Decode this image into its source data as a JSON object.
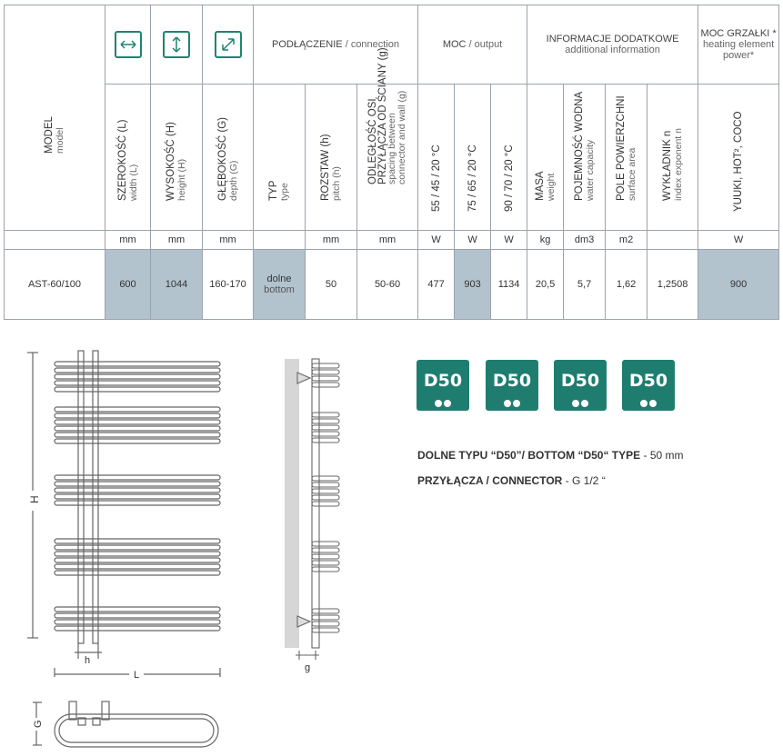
{
  "table": {
    "model_label": "MODEL",
    "model_en": "model",
    "width_label": "SZEROKOŚĆ (L)",
    "width_en": "width (L)",
    "height_label": "WYSOKOŚĆ (H)",
    "height_en": "height (H)",
    "depth_label": "GŁĘBOKOŚĆ (G)",
    "depth_en": "depth (G)",
    "connection_label": "PODŁĄCZENIE",
    "connection_en": "/ connection",
    "output_label": "MOC",
    "output_en": "/ output",
    "info_label": "INFORMACJE DODATKOWE",
    "info_en": "additional information",
    "heater_label": "MOC GRZAŁKI *",
    "heater_en": "heating element power*",
    "type_label": "TYP",
    "type_en": "type",
    "pitch_label": "ROZSTAW (h)",
    "pitch_en": "pitch (h)",
    "spacing_label1": "ODLEGŁOŚĆ OSI",
    "spacing_label2": "PRZYŁĄCZA OD ŚCIANY (g)",
    "spacing_en1": "spacing between",
    "spacing_en2": "connector and wall (g)",
    "t1": "55 / 45 / 20 °C",
    "t2": "75 / 65 / 20 °C",
    "t3": "90 / 70 / 20 °C",
    "mass_label": "MASA",
    "mass_en": "weight",
    "water_label": "POJEMNOŚĆ WODNA",
    "water_en": "water capacity",
    "surface_label": "POLE POWIERZCHNI",
    "surface_en": "surface area",
    "exp_label": "WYKŁADNIK n",
    "exp_en": "index exponent n",
    "heater_models": "YUUKI, HOT², COCO",
    "units": [
      "mm",
      "mm",
      "mm",
      "",
      "mm",
      "mm",
      "W",
      "W",
      "W",
      "kg",
      "dm3",
      "m2",
      "",
      "W"
    ],
    "row": {
      "model": "AST-60/100",
      "width": "600",
      "height": "1044",
      "depth": "160-170",
      "type1": "dolne",
      "type2": "bottom",
      "pitch": "50",
      "spacing": "50-60",
      "p1": "477",
      "p2": "903",
      "p3": "1134",
      "mass": "20,5",
      "water": "5,7",
      "surface": "1,62",
      "exp": "1,2508",
      "heater": "900"
    }
  },
  "drawing": {
    "h_label": "H",
    "hh_label": "h",
    "l_label": "L",
    "g_label": "g",
    "g_top_label": "G"
  },
  "tags": [
    "D50",
    "D50",
    "D50",
    "D50"
  ],
  "info_lines": {
    "l1_bold": "DOLNE TYPU “D50”/ BOTTOM “D50“ TYPE",
    "l1_rest": " - 50 mm",
    "l2_bold": "PRZYŁĄCZA / CONNECTOR",
    "l2_rest": " - G 1/2 “"
  },
  "colors": {
    "accent": "#1f7d70",
    "shade": "#b3c3ce"
  }
}
